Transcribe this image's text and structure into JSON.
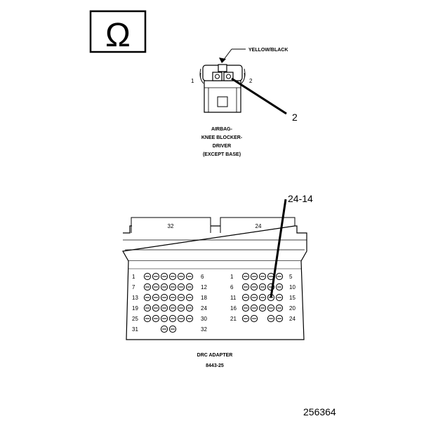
{
  "ohm_symbol": "Ω",
  "connector_top": {
    "wire_color_label": "YELLOW/BLACK",
    "pin_left_label": "1",
    "pin_right_label": "2",
    "callout_label": "2",
    "caption_lines": [
      "AIRBAG-",
      "KNEE BLOCKER-",
      "DRIVER",
      "(EXCEPT BASE)"
    ]
  },
  "adapter": {
    "left_header_label": "32",
    "right_header_label": "24",
    "callout_label": "24-14",
    "left_block": {
      "row_start_labels": [
        "1",
        "7",
        "13",
        "19",
        "25",
        "31"
      ],
      "row_end_labels": [
        "6",
        "12",
        "18",
        "24",
        "30",
        "32"
      ]
    },
    "right_block": {
      "row_start_labels": [
        "1",
        "6",
        "11",
        "16",
        "21"
      ],
      "row_end_labels": [
        "5",
        "10",
        "15",
        "20",
        "24"
      ]
    },
    "caption_title": "DRC ADAPTER",
    "caption_part": "8443-25"
  },
  "figure_number": "256364"
}
